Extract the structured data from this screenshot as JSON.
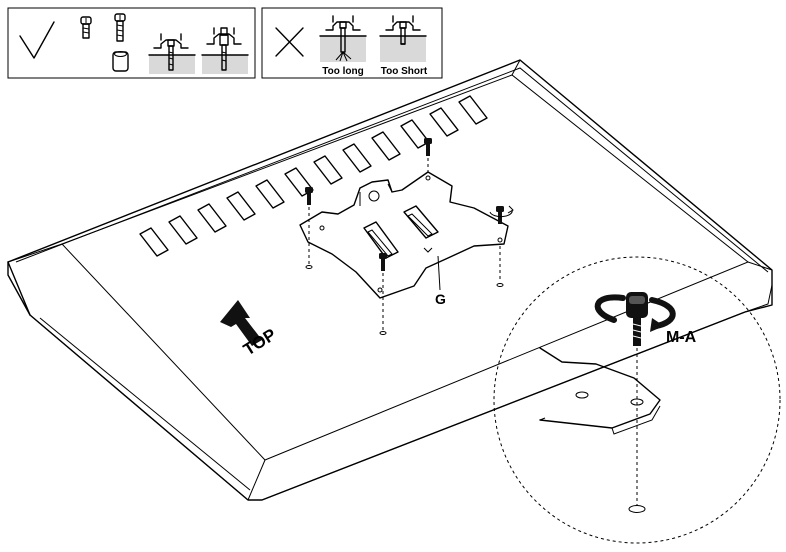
{
  "legend": {
    "correct_mark": "check-icon",
    "wrong_mark": "cross-icon",
    "too_long_label": "Too long",
    "too_short_label": "Too Short"
  },
  "labels": {
    "plate": "G",
    "screw": "M-A",
    "top": "TOP"
  },
  "colors": {
    "line": "#000000",
    "surface_shade": "#d9d9d9",
    "background": "#ffffff"
  }
}
